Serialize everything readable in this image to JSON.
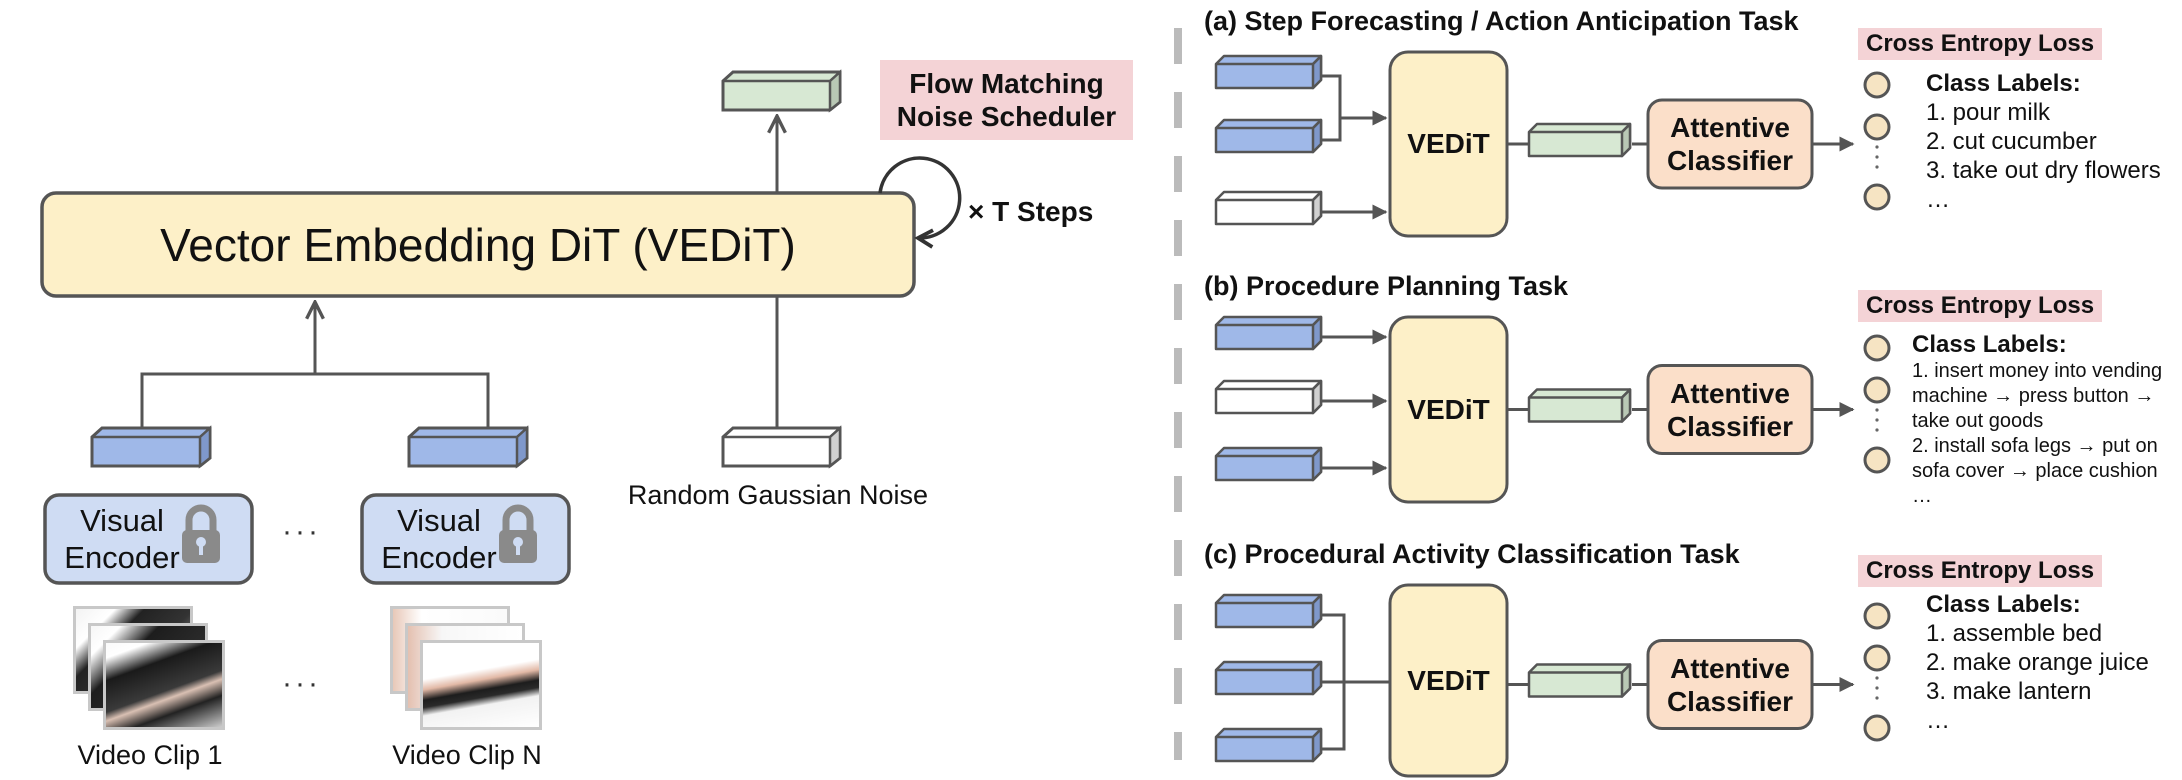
{
  "left": {
    "main_model_label": "Vector Embedding DiT (VEDiT)",
    "scheduler_label_line1": "Flow Matching",
    "scheduler_label_line2": "Noise Scheduler",
    "loop_label": "× T Steps",
    "noise_label": "Random Gaussian Noise",
    "encoders": [
      {
        "line1": "Visual",
        "line2": "Encoder",
        "icon": "lock-icon"
      },
      {
        "line1": "Visual",
        "line2": "Encoder",
        "icon": "lock-icon"
      }
    ],
    "ellipsis": "···",
    "clips": [
      {
        "label": "Video Clip 1"
      },
      {
        "label": "Video Clip N"
      }
    ]
  },
  "right": {
    "panels": [
      {
        "title": "(a) Step Forecasting / Action Anticipation Task",
        "model_label": "VEDiT",
        "classifier_line1": "Attentive",
        "classifier_line2": "Classifier",
        "loss_label": "Cross Entropy Loss",
        "class_header": "Class Labels:",
        "class_items": [
          "1. pour milk",
          "2. cut cucumber",
          "3. take out dry flowers",
          "…"
        ]
      },
      {
        "title": "(b) Procedure Planning Task",
        "model_label": "VEDiT",
        "classifier_line1": "Attentive",
        "classifier_line2": "Classifier",
        "loss_label": "Cross Entropy Loss",
        "class_header": "Class Labels:",
        "class_items": [
          "1. insert money into vending",
          "machine → press button →",
          "take out goods",
          "2. install sofa legs → put on",
          "sofa cover → place cushion",
          "…"
        ]
      },
      {
        "title": "(c) Procedural Activity Classification Task",
        "model_label": "VEDiT",
        "classifier_line1": "Attentive",
        "classifier_line2": "Classifier",
        "loss_label": "Cross Entropy Loss",
        "class_header": "Class Labels:",
        "class_items": [
          "1. assemble bed",
          "2. make orange juice",
          "3. make lantern",
          "…"
        ]
      }
    ]
  },
  "colors": {
    "model_fill": "#fdf0c8",
    "encoder_fill": "#cfdcf3",
    "visual_embedding": "#9fb8e8",
    "output_embedding": "#d7e8d3",
    "noise_embedding": "#ffffff",
    "classifier_fill": "#fbdfc9",
    "loss_fill": "#f4d3d6",
    "stroke": "#555555",
    "divider": "#bbbbbb"
  }
}
